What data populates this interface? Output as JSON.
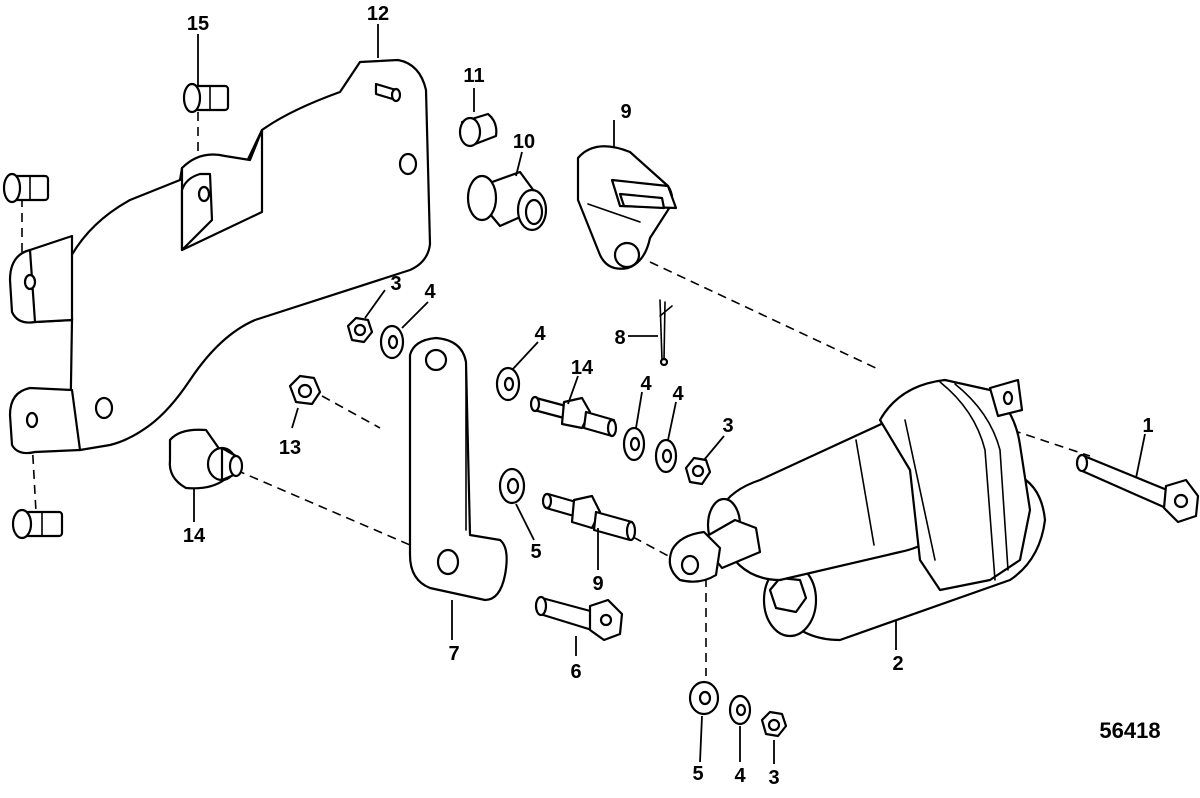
{
  "figure_number": "56418",
  "callouts": [
    {
      "id": "c1",
      "label": "1"
    },
    {
      "id": "c2",
      "label": "2"
    },
    {
      "id": "c3a",
      "label": "3"
    },
    {
      "id": "c3b",
      "label": "3"
    },
    {
      "id": "c3c",
      "label": "3"
    },
    {
      "id": "c4a",
      "label": "4"
    },
    {
      "id": "c4b",
      "label": "4"
    },
    {
      "id": "c4c",
      "label": "4"
    },
    {
      "id": "c4d",
      "label": "4"
    },
    {
      "id": "c4e",
      "label": "4"
    },
    {
      "id": "c5a",
      "label": "5"
    },
    {
      "id": "c5b",
      "label": "5"
    },
    {
      "id": "c6",
      "label": "6"
    },
    {
      "id": "c7",
      "label": "7"
    },
    {
      "id": "c8",
      "label": "8"
    },
    {
      "id": "c9a",
      "label": "9"
    },
    {
      "id": "c9b",
      "label": "9"
    },
    {
      "id": "c10",
      "label": "10"
    },
    {
      "id": "c11",
      "label": "11"
    },
    {
      "id": "c12",
      "label": "12"
    },
    {
      "id": "c13",
      "label": "13"
    },
    {
      "id": "c14a",
      "label": "14"
    },
    {
      "id": "c14b",
      "label": "14"
    },
    {
      "id": "c15",
      "label": "15"
    }
  ]
}
